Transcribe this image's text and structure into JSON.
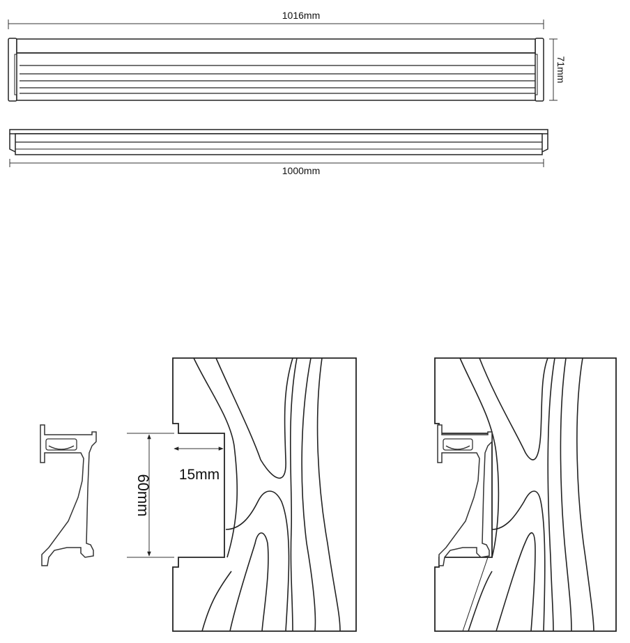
{
  "top_view": {
    "length_label": "1016mm",
    "height_label": "71mm"
  },
  "side_view": {
    "length_label": "1000mm"
  },
  "install_detail": {
    "height_label": "60mm",
    "depth_label": "15mm"
  }
}
